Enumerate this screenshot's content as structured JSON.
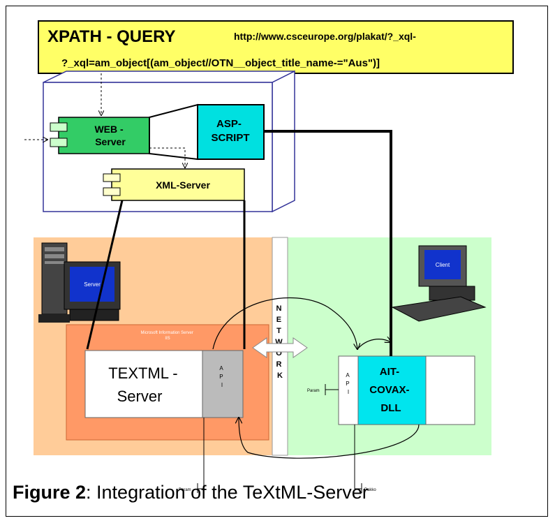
{
  "query": {
    "title": "XPATH - QUERY",
    "url": "http://www.csceurope.org/plakat/?_xql-",
    "xql": "?_xql=am_object[(am_object//OTN__object_title_name-=\"Aus\")]"
  },
  "components": {
    "web_server": "WEB -\nServer",
    "asp_script": "ASP-\nSCRIPT",
    "xml_server": "XML-Server",
    "server_monitor": "Server",
    "client_monitor": "Client",
    "iis_label": "Microsoft Information Server\nIIS",
    "textml_server": "TEXTML -\nServer",
    "api_left": "API",
    "network": "NETWORK",
    "api_right": "API",
    "ait_covax": "AIT-\nCOVAX-\nDLL",
    "param_label": "Param",
    "param_bottom_left": "Param",
    "param_bottom_right": "Pakko"
  },
  "caption": {
    "label": "Figure 2",
    "text": ": Integration of the TeXtML-Server"
  },
  "colors": {
    "query_bg": "#ffff66",
    "web_server": "#33cc66",
    "asp_script": "#00e0e0",
    "xml_server": "#ffff99",
    "server_zone": "#ffcc99",
    "iis_zone": "#ff9966",
    "client_zone": "#ccffcc",
    "api_gray": "#bbbbbb",
    "ait_cyan": "#00e5ee"
  }
}
